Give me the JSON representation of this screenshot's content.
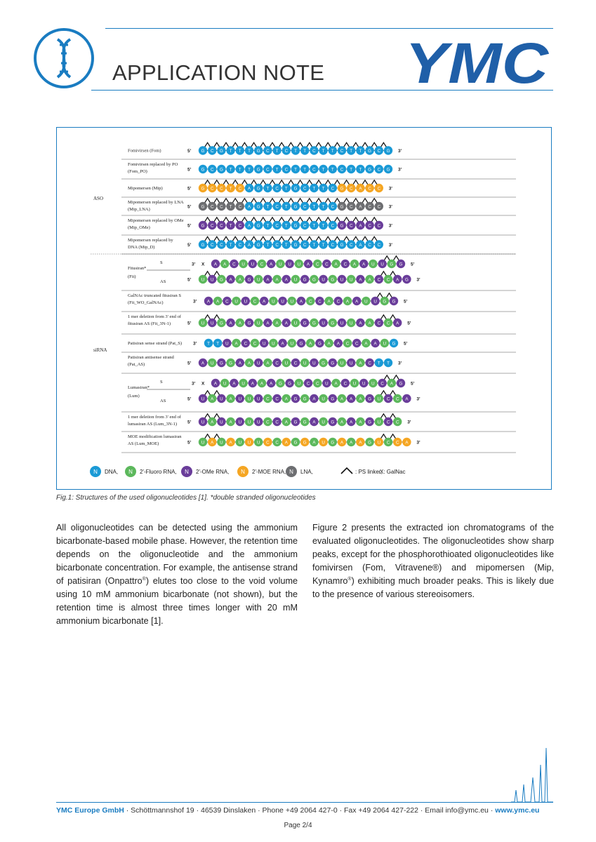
{
  "header": {
    "title": "APPLICATION NOTE",
    "logo_text": "YMC"
  },
  "figure": {
    "group_labels": {
      "aso": "ASO",
      "sirna": "siRNA"
    },
    "legend": [
      {
        "kind": "D",
        "label": "DNA,"
      },
      {
        "kind": "F",
        "label": "2'-Fluoro RNA,"
      },
      {
        "kind": "M",
        "label": "2'-OMe RNA,"
      },
      {
        "kind": "E",
        "label": "2'-MOE RNA,"
      },
      {
        "kind": "L",
        "label": "LNA,"
      },
      {
        "kind": "PS",
        "label": ": PS linker,"
      },
      {
        "kind": "X",
        "label": "X: GalNac"
      }
    ],
    "legend_letter": "N",
    "colors": {
      "D": "#1a9ad6",
      "F": "#5cb85c",
      "M": "#6a3d9a",
      "E": "#f5a623",
      "L": "#6d6e71",
      "line": "#3a3a3a",
      "rule": "#555555"
    },
    "rows": [
      {
        "name": [
          "Fomivirsen (Fom)"
        ],
        "strands": [
          {
            "left": "5'",
            "right": "3'",
            "seq": "GCGTTTGCTCTTCTTCTTGCG",
            "kinds": "DDDDDDDDDDDDDDDDDDDDD",
            "ps": [
              0,
              1,
              2,
              3,
              4,
              5,
              6,
              7,
              8,
              9,
              10,
              11,
              12,
              13,
              14,
              15,
              16,
              17,
              18,
              19
            ]
          }
        ]
      },
      {
        "name": [
          "Fomivirsen replaced by PO",
          "(Fom_PO)"
        ],
        "strands": [
          {
            "left": "5'",
            "right": "3'",
            "seq": "GCGTTTGCTCTTCTTCTTGCG",
            "kinds": "DDDDDDDDDDDDDDDDDDDDD",
            "ps": []
          }
        ]
      },
      {
        "name": [
          "Mipomersen (Mip)"
        ],
        "strands": [
          {
            "left": "5'",
            "right": "3'",
            "seq": "GCCTCAGTCTGCTTCGCACC",
            "kinds": "EEEEEDDDDDDDDDDEEEEE",
            "ps": [
              0,
              1,
              2,
              3,
              4,
              5,
              6,
              7,
              8,
              9,
              10,
              11,
              12,
              13,
              14,
              15,
              16,
              17,
              18
            ]
          }
        ]
      },
      {
        "name": [
          "Mipomersen replaced by LNA",
          "(Mip_LNA)"
        ],
        "strands": [
          {
            "left": "5'",
            "right": "3'",
            "seq": "GCCTCAGTCTGCTTCGCACC",
            "kinds": "LLLLLDDDDDDDDDDLLLLL",
            "ps": [
              0,
              1,
              2,
              3,
              4,
              5,
              6,
              7,
              8,
              9,
              10,
              11,
              12,
              13,
              14,
              15,
              16,
              17,
              18
            ]
          }
        ]
      },
      {
        "name": [
          "Mipomersen replaced by OMe",
          "(Mip_OMe)"
        ],
        "strands": [
          {
            "left": "5'",
            "right": "3'",
            "seq": "GCCTCAGTCTGCTTCGCACC",
            "kinds": "MMMMMDDDDDDDDDDMMMMM",
            "ps": [
              0,
              1,
              2,
              3,
              4,
              5,
              6,
              7,
              8,
              9,
              10,
              11,
              12,
              13,
              14,
              15,
              16,
              17,
              18
            ]
          }
        ]
      },
      {
        "name": [
          "Mipomersen replaced by",
          "DNA (Mip_D)"
        ],
        "strands": [
          {
            "left": "5'",
            "right": "3'",
            "seq": "GCCTCAGTCTGCTTCGCACC",
            "kinds": "DDDDDDDDDDDDDDDDDDDD",
            "ps": [
              0,
              1,
              2,
              3,
              4,
              5,
              6,
              7,
              8,
              9,
              10,
              11,
              12,
              13,
              14,
              15,
              16,
              17,
              18
            ]
          }
        ]
      },
      {
        "name": [
          "Fitusiran*",
          "(Fit)"
        ],
        "s_label": "S",
        "as_label": "AS",
        "strands": [
          {
            "left": "3'",
            "x": "X",
            "right": "5'",
            "seq": "AACUUCAUUUACCACAAUUGG",
            "kinds": "MFMFMFMFMFMFMFMFMFMFM",
            "ps": [
              18,
              19
            ]
          },
          {
            "left": "5'",
            "right": "3'",
            "seq": "UUGAAGUAAAUGGUGUUAACCAG",
            "kinds": "FMFMFMFMFMFMFMFMFMFMFMM",
            "ps": [
              0,
              1,
              19,
              20
            ]
          }
        ]
      },
      {
        "name": [
          "GalNAc truncated fitusiran S",
          "(Fit_WO_GalNAc)"
        ],
        "strands": [
          {
            "left": "3'",
            "right": "5'",
            "seq": "AACUUCAUUUACCACAAUUGG",
            "kinds": "MFMFMFMFMFMFMFMFMFMFM",
            "ps": [
              18,
              19
            ]
          }
        ]
      },
      {
        "name": [
          "1 mer deletion from 3' end of",
          "fitusiran AS (Fit_3N-1)"
        ],
        "strands": [
          {
            "left": "5'",
            "right": "5'",
            "seq": "UUGAAGUAAAUGGUGUUAACCA",
            "kinds": "FMFMFMFMFMFMFMFMFMFMFM",
            "ps": [
              0,
              1,
              19,
              20
            ]
          }
        ]
      },
      {
        "name": [
          "Patisiran sense strand (Pat_S)"
        ],
        "strands": [
          {
            "left": "3'",
            "right": "5'",
            "seq": "TTUACCUUAUGAGAACCAAUG",
            "kinds": "DDMFMFMFMFMFMFMFMFMFD",
            "ps": []
          }
        ]
      },
      {
        "name": [
          "Patisiran antisense strand",
          "(Pat_AS)"
        ],
        "strands": [
          {
            "left": "5'",
            "right": "3'",
            "seq": "AUGGAAUACUCUUGGUUACTT",
            "kinds": "MFMFMFMFMFMFMFMFMFMDD",
            "ps": []
          }
        ]
      },
      {
        "name": [
          "Lumasiran*",
          "(Lum)"
        ],
        "s_label": "S",
        "as_label": "AS",
        "strands": [
          {
            "left": "3'",
            "x": "X",
            "right": "5'",
            "seq": "AUAUAAAGGUCCUACUUUCAG",
            "kinds": "MFMFMFMFMFMFMFMFMFMFM",
            "ps": [
              18,
              19
            ]
          },
          {
            "left": "5'",
            "right": "3'",
            "seq": "UAUAUUUCCAGGAUGAAAGUCCA",
            "kinds": "MFMFMFMFMFMFMFMFMFMFMFM",
            "ps": [
              0,
              1,
              19,
              20
            ]
          }
        ]
      },
      {
        "name": [
          "1 mer deletion from 3' end of",
          "lumasiran AS (Lum_3N-1)"
        ],
        "strands": [
          {
            "left": "5'",
            "right": "3'",
            "seq": "UAUAUUUCCAGGAUGAAAGUCC",
            "kinds": "MFMFMFMFMFMFMFMFMFMFMF",
            "ps": [
              0,
              1,
              19,
              20
            ]
          }
        ]
      },
      {
        "name": [
          "MOE modification lumasiran",
          "AS (Lum_MOE)"
        ],
        "strands": [
          {
            "left": "5'",
            "right": "3'",
            "seq": "UAUAUUUCCAGGAUGAAAGUCCA",
            "kinds": "FEFEFEFEFEFEFEFEFEFEFEE",
            "ps": [
              0,
              1,
              19,
              20
            ]
          }
        ]
      }
    ]
  },
  "caption": "Fig.1: Structures of the used oligonucleotides [1]. *double stranded oligonucleotides",
  "body": {
    "col1_a": "All oligonucleotides can be detected using the ammonium bicarbonate-based mobile phase. However, the retention time depends on the oligonucleotide and the ammonium bicarbonate concentration. For example, the antisense strand of patisiran (Onpattro",
    "col1_sup": "®",
    "col1_b": ") elutes too close to the void volume using 10 mM ammonium bicarbonate (not shown), but the retention time is almost three times longer with 20 mM ammonium bicarbonate [1].",
    "col2_a": "Figure 2 presents the extracted ion chromatograms of the evaluated oligonucleotides. The oligonucleotides show sharp peaks, except for the phosphorothioated oligonucleotides like fomivirsen (Fom, Vitravene®) and mipomersen (Mip, Kynamro",
    "col2_sup": "®",
    "col2_b": ") exhibiting much broader peaks. This is likely due to the presence of various stereoisomers."
  },
  "footer": {
    "company": "YMC Europe GmbH",
    "address": " · Schöttmannshof 19 · 46539 Dinslaken · Phone +49 2064 427-0 · Fax +49 2064 427-222 · Email info@ymc.eu · ",
    "web": "www.ymc.eu",
    "page": "Page 2/4"
  }
}
